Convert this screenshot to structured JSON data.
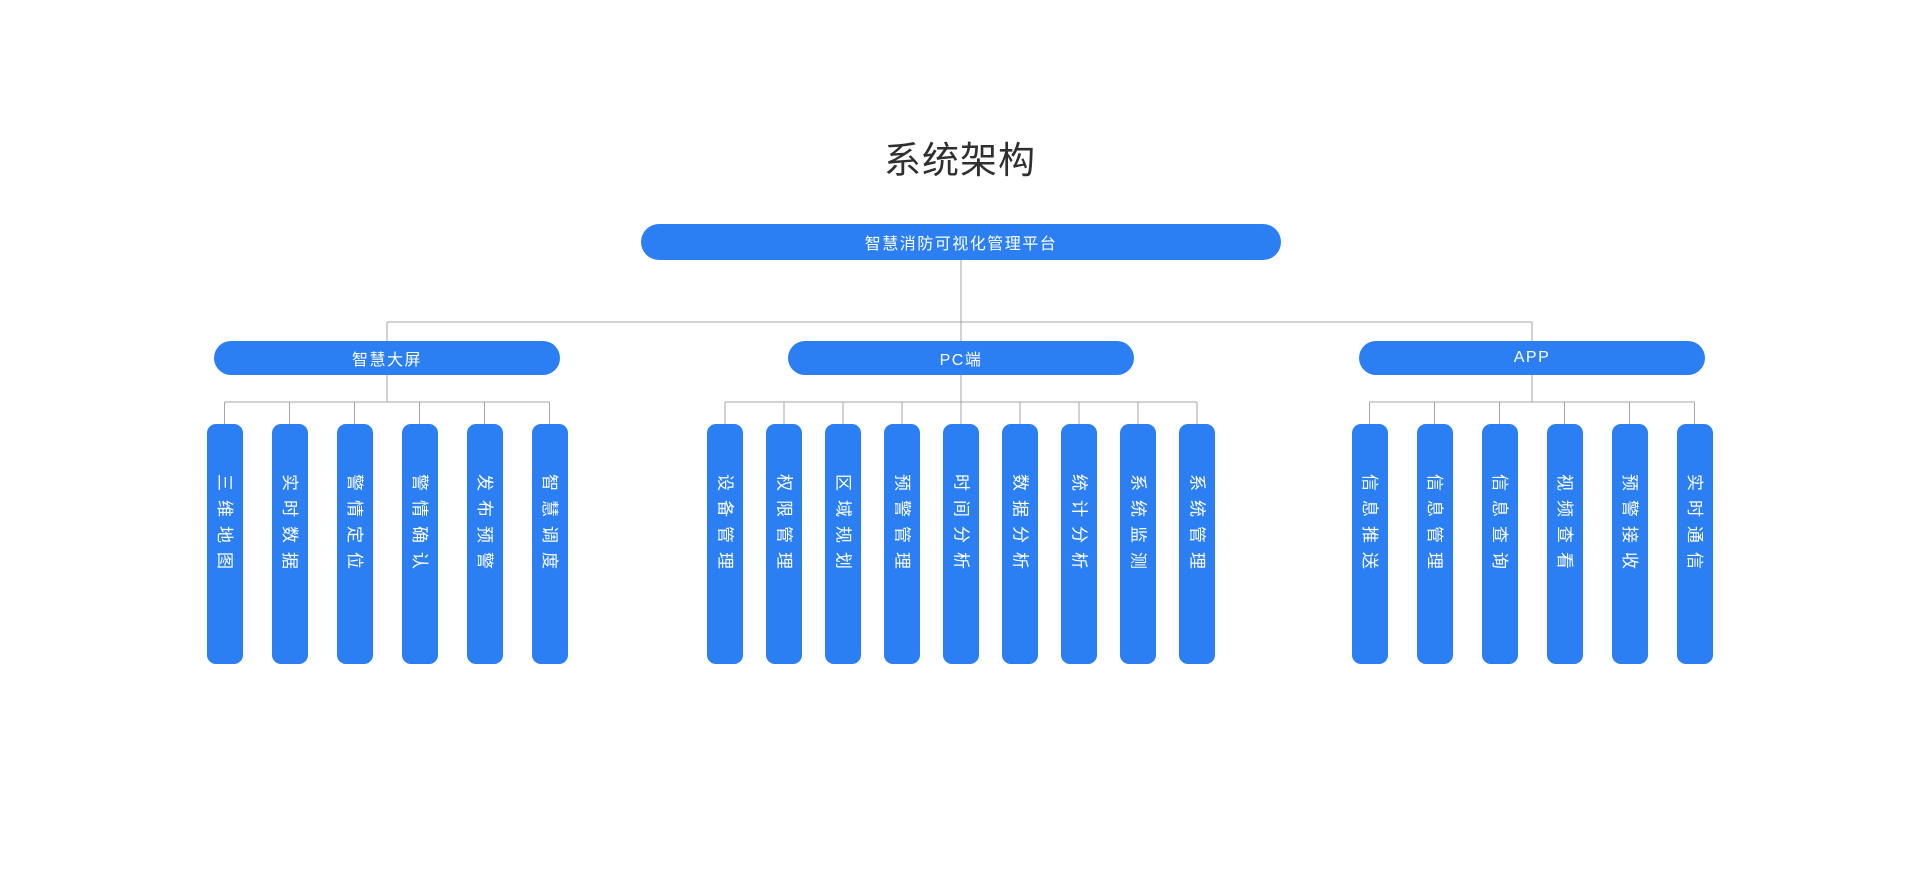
{
  "title": "系统架构",
  "tree": {
    "root": {
      "label": "智慧消防可视化管理平台"
    },
    "branches": [
      {
        "label": "智慧大屏",
        "children": [
          "三维地图",
          "实时数据",
          "警情定位",
          "警情确认",
          "发布预警",
          "智慧调度"
        ]
      },
      {
        "label": "PC端",
        "children": [
          "设备管理",
          "权限管理",
          "区域规划",
          "预警管理",
          "时间分析",
          "数据分析",
          "统计分析",
          "系统监测",
          "系统管理"
        ]
      },
      {
        "label": "APP",
        "children": [
          "信息推送",
          "信息管理",
          "信息查询",
          "视频查看",
          "预警接收",
          "实时通信"
        ]
      }
    ]
  },
  "colors": {
    "node_fill": "#2b7ff2",
    "node_text": "#ffffff",
    "connector": "#a6a6a6",
    "title_text": "#2f2f2f",
    "background": "#ffffff"
  }
}
